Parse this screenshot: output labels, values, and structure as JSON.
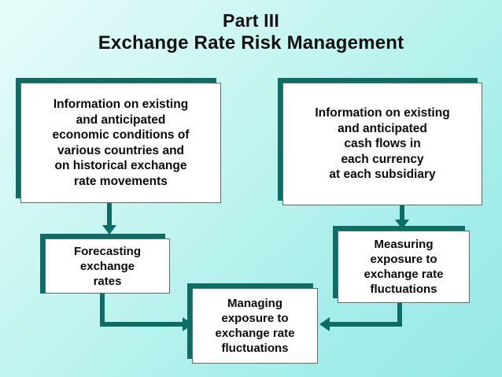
{
  "slide": {
    "title_line1": "Part III",
    "title_line2": "Exchange Rate Risk Management",
    "background_top_color": "#e7fcfa",
    "background_bottom_color": "#96e9e6",
    "accent_color": "#0c6d65",
    "box_fill_color": "#ffffff",
    "text_color": "#0b0b0b"
  },
  "nodes": {
    "info_economic": {
      "text": "Information on existing\nand anticipated\neconomic conditions of\nvarious countries and\non historical exchange\nrate movements"
    },
    "info_cashflows": {
      "text": "Information on existing\nand anticipated\ncash flows in\neach currency\nat each subsidiary"
    },
    "forecasting": {
      "text": "Forecasting\nexchange\nrates"
    },
    "measuring": {
      "text": "Measuring\nexposure to\nexchange rate\nfluctuations"
    },
    "managing": {
      "text": "Managing\nexposure to\nexchange rate\nfluctuations"
    }
  },
  "connectors": [
    {
      "name": "info-economic-to-forecasting",
      "kind": "arrow-down"
    },
    {
      "name": "info-cashflows-to-measuring",
      "kind": "arrow-down"
    },
    {
      "name": "forecasting-to-managing",
      "kind": "elbow-arrow-right"
    },
    {
      "name": "measuring-to-managing",
      "kind": "elbow-arrow-left"
    }
  ]
}
